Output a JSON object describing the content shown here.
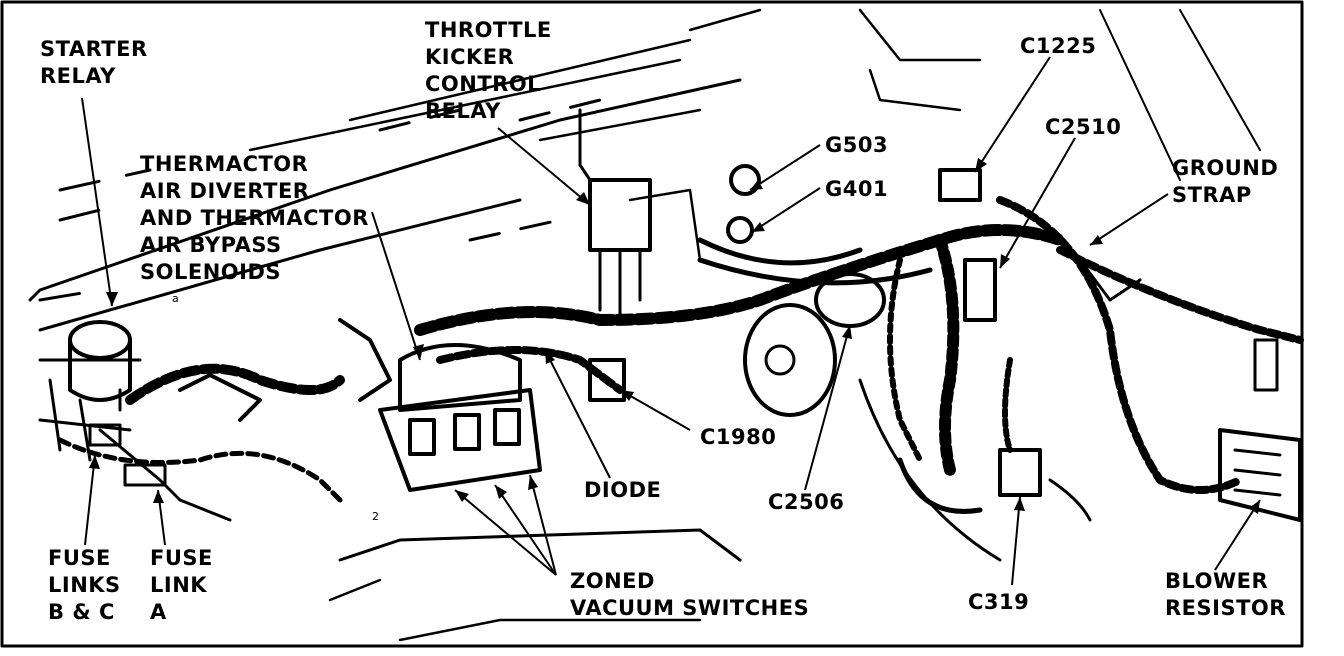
{
  "labels": {
    "starter_relay": [
      "STARTER",
      "RELAY"
    ],
    "throttle_kicker": [
      "THROTTLE",
      "KICKER",
      "CONTROL",
      "RELAY"
    ],
    "c1225": "C1225",
    "c2510": "C2510",
    "g503": "G503",
    "g401": "G401",
    "ground_strap": [
      "GROUND",
      "STRAP"
    ],
    "thermactor": [
      "THERMACTOR",
      "AIR DIVERTER",
      "AND THERMACTOR",
      "AIR BYPASS",
      "SOLENOIDS"
    ],
    "c1980": "C1980",
    "diode": "DIODE",
    "c2506": "C2506",
    "fuse_links_bc": [
      "FUSE",
      "LINKS",
      "B & C"
    ],
    "fuse_link_a": [
      "FUSE",
      "LINK",
      "A"
    ],
    "zoned_vacuum": [
      "ZONED",
      "VACUUM SWITCHES"
    ],
    "c319": "C319",
    "blower_resistor": [
      "BLOWER",
      "RESISTOR"
    ]
  },
  "marks": {
    "m_a": "a",
    "m_2": "2"
  },
  "colors": {
    "ink": "#000000",
    "paper": "#ffffff"
  }
}
